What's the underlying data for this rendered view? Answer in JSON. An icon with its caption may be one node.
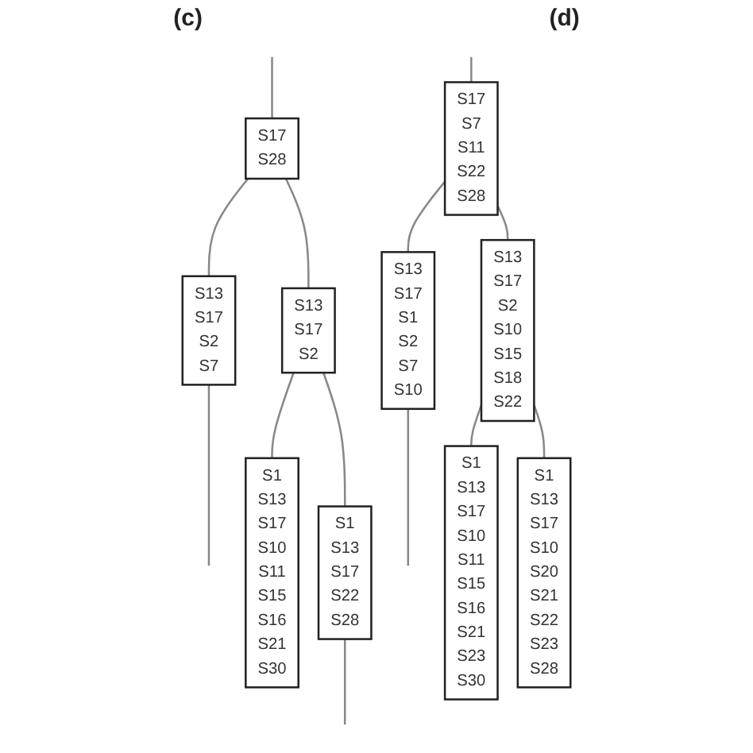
{
  "diagram": {
    "nodes": [
      {
        "text": [
          "S17",
          "S28"
        ]
      },
      {
        "text": [
          "S13",
          "S17",
          "S2",
          "S7"
        ]
      },
      {
        "text": [
          "S13",
          "S17",
          "S2"
        ]
      },
      {
        "text": [
          "S1",
          "S13",
          "S17",
          "S10",
          "S11",
          "S15",
          "S16",
          "S21",
          "S30"
        ]
      },
      {
        "text": [
          "S1",
          "S13",
          "S17",
          "S22",
          "S28"
        ]
      },
      {
        "text": [
          "S17",
          "S7",
          "S11",
          "S22",
          "S28"
        ]
      },
      {
        "text": [
          "S13",
          "S17",
          "S1",
          "S2",
          "S7",
          "S10"
        ]
      },
      {
        "text": [
          "S13",
          "S17",
          "S2",
          "S10",
          "S15",
          "S18",
          "S22"
        ]
      },
      {
        "text": [
          "S1",
          "S13",
          "S17",
          "S10",
          "S11",
          "S15",
          "S16",
          "S21",
          "S23",
          "S30"
        ]
      },
      {
        "text": [
          "S1",
          "S13",
          "S17",
          "S10",
          "S20",
          "S21",
          "S22",
          "S23",
          "S28"
        ]
      }
    ],
    "edges": [
      {
        "from": null,
        "to": 0,
        "arrow": "none"
      },
      {
        "from": 0,
        "to": 1,
        "arrow": "none"
      },
      {
        "from": 0,
        "to": 2,
        "arrow": "none"
      },
      {
        "from": 1,
        "to": null,
        "arrow": "none"
      },
      {
        "from": 2,
        "to": 3,
        "arrow": "none"
      },
      {
        "from": 2,
        "to": 4,
        "arrow": "none"
      },
      {
        "from": 4,
        "to": null,
        "arrow": "none"
      },
      {
        "from": null,
        "to": 5,
        "arrow": "none"
      },
      {
        "from": 5,
        "to": 6,
        "arrow": "none"
      },
      {
        "from": 5,
        "to": 7,
        "arrow": "none"
      },
      {
        "from": 6,
        "to": null,
        "arrow": "none"
      },
      {
        "from": 7,
        "to": 8,
        "arrow": "none"
      },
      {
        "from": 7,
        "to": 9,
        "arrow": "none"
      }
    ],
    "labels": [
      "(c)",
      "(d)"
    ]
  }
}
